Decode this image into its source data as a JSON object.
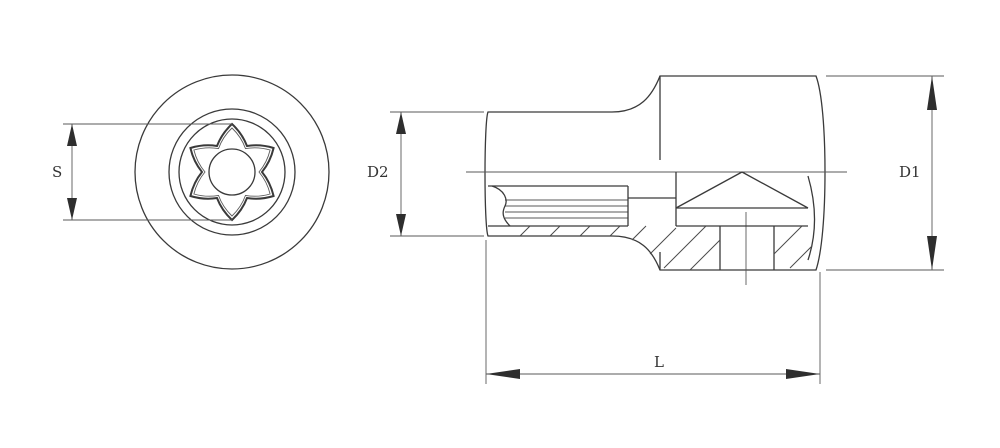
{
  "labels": {
    "s": "S",
    "d2": "D2",
    "d1": "D1",
    "l": "L"
  },
  "colors": {
    "line": "#3a3a3a",
    "background": "#ffffff"
  }
}
